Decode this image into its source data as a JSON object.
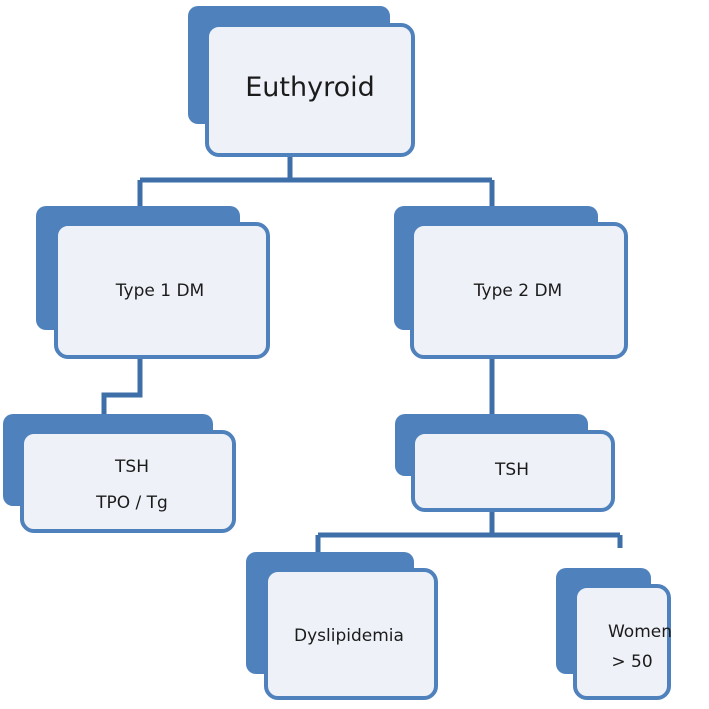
{
  "colors": {
    "shadow": "#4f81bd",
    "border": "#4f81bd",
    "fill": "#eef2f8",
    "connector": "#3e6fa8"
  },
  "nodes": {
    "euthyroid": {
      "text": "Euthyroid"
    },
    "type1": {
      "text": "Type 1 DM"
    },
    "type2": {
      "text": "Type 2 DM"
    },
    "tsh_left": {
      "line1": "TSH",
      "line2": "TPO / Tg"
    },
    "tsh_right": {
      "text": "TSH"
    },
    "dyslipidemia": {
      "text": "Dyslipidemia"
    },
    "women": {
      "line1": "Women",
      "line2": "> 50"
    }
  }
}
